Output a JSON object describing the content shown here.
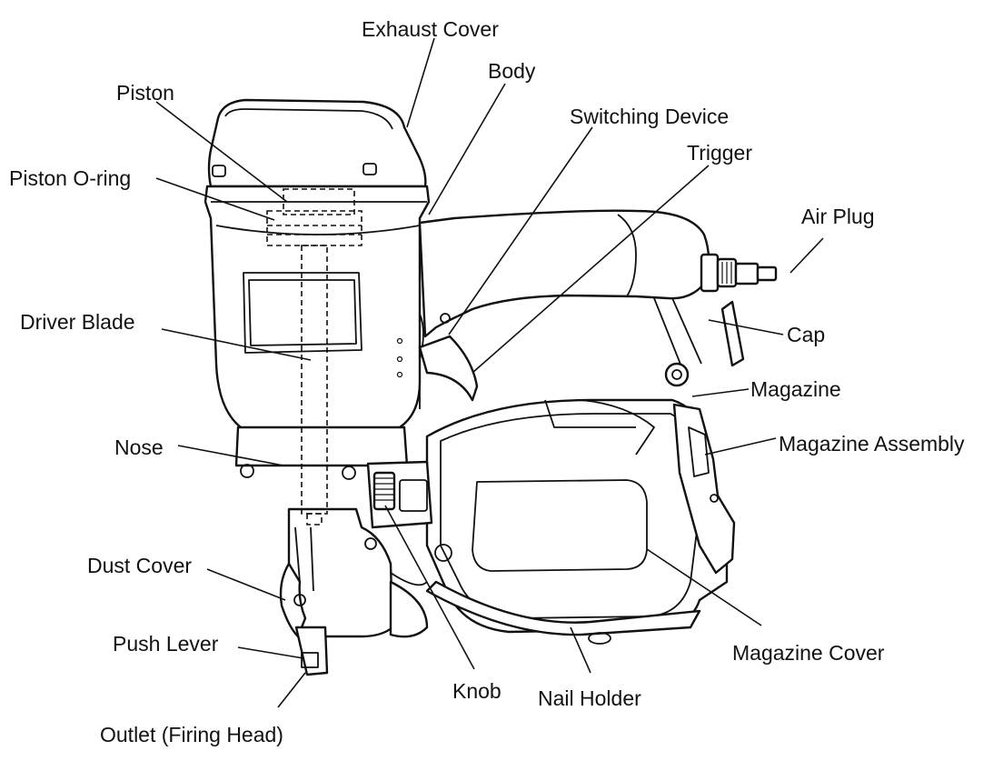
{
  "labels": {
    "exhaust_cover": "Exhaust Cover",
    "body": "Body",
    "piston": "Piston",
    "switching_device": "Switching Device",
    "trigger": "Trigger",
    "piston_o_ring": "Piston O-ring",
    "air_plug": "Air Plug",
    "driver_blade": "Driver Blade",
    "cap": "Cap",
    "magazine": "Magazine",
    "magazine_assembly": "Magazine Assembly",
    "nose": "Nose",
    "dust_cover": "Dust Cover",
    "push_lever": "Push Lever",
    "knob": "Knob",
    "nail_holder": "Nail Holder",
    "magazine_cover": "Magazine Cover",
    "outlet": "Outlet (Firing Head)"
  }
}
